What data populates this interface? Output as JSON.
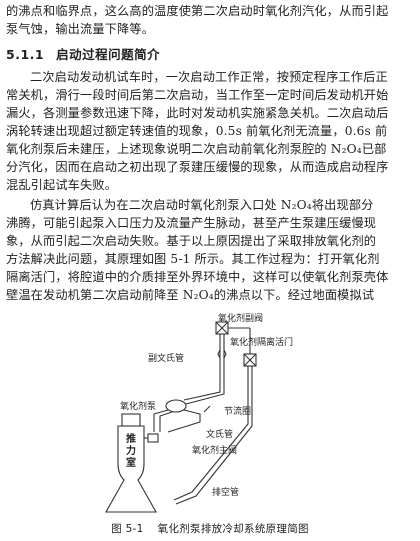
{
  "text_lines": [
    "的沸点和临界点，这么高的温度使第二次启动时氧化剂汽化，从而引起",
    "泵气蚀，输出流量下降等。"
  ],
  "section": {
    "number": "5.1.1",
    "title": "启动过程问题简介"
  },
  "para1": [
    "二次启动发动机试车时，一次启动工作正常，按预定程序工作后正",
    "常关机，滑行一段时间后第二次启动，当工作至一定时间后发动机开始",
    "漏火，各测量参数迅速下降，此时对发动机实施紧急关机。二次启动后",
    "涡轮转速出现超过额定转速值的现象，0.5s 前氧化剂无流量，0.6s 前",
    "氧化剂泵后未建压，上述现象说明二次启动前氧化剂泵腔的 N₂O₄已部",
    "分汽化，因而在启动之初出现了泵建压缓慢的现象，从而造成启动程序",
    "混乱引起试车失败。"
  ],
  "para2": [
    "仿真计算后认为在二次启动时氧化剂泵入口处 N₂O₄将出现部分",
    "沸腾，可能引起泵入口压力及流量产生脉动，甚至产生泵建压缓慢现",
    "象，从而引起二次启动失败。基于以上原因提出了采取排放氧化剂的",
    "方法解决此问题，其原理如图 5-1 所示。其工作过程为：打开氧化剂",
    "隔离活门，将腔道中的介质排至外界环境中，这样可以使氧化剂泵壳体",
    "壁温在发动机第二次启动前降至 N₂O₄的沸点以下。经过地面模拟试"
  ],
  "figure": {
    "labels": {
      "oxidizer_main_valve_top": "氧化剂副阀",
      "venturi_top": "副文氏管",
      "isolation_valve": "氧化剂隔离活门",
      "oxidizer_pump": "氧化剂泵",
      "orifice": "节流圈",
      "venturi": "文氏管",
      "main_valve": "氧化剂主阀",
      "exhaust_pipe": "排空管"
    },
    "engine_label": "推力室"
  },
  "caption": {
    "number": "图 5-1",
    "title": "氧化剂泵排放冷却系统原理简图"
  }
}
